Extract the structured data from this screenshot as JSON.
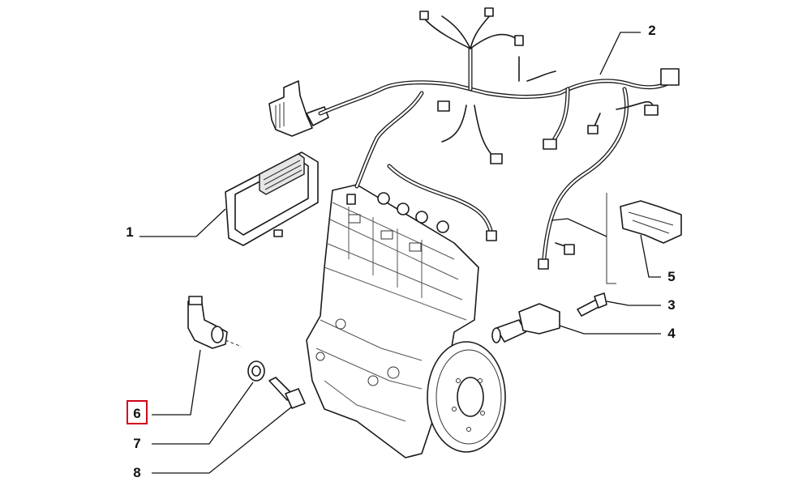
{
  "diagram": {
    "callouts": [
      {
        "id": "1",
        "label": "1",
        "highlighted": false
      },
      {
        "id": "2",
        "label": "2",
        "highlighted": false
      },
      {
        "id": "3",
        "label": "3",
        "highlighted": false
      },
      {
        "id": "4",
        "label": "4",
        "highlighted": false
      },
      {
        "id": "5",
        "label": "5",
        "highlighted": false
      },
      {
        "id": "6",
        "label": "6",
        "highlighted": true
      },
      {
        "id": "7",
        "label": "7",
        "highlighted": false
      },
      {
        "id": "8",
        "label": "8",
        "highlighted": false
      }
    ],
    "colors": {
      "line": "#1a1a1a",
      "highlight": "#d0021b",
      "background": "#ffffff"
    }
  }
}
